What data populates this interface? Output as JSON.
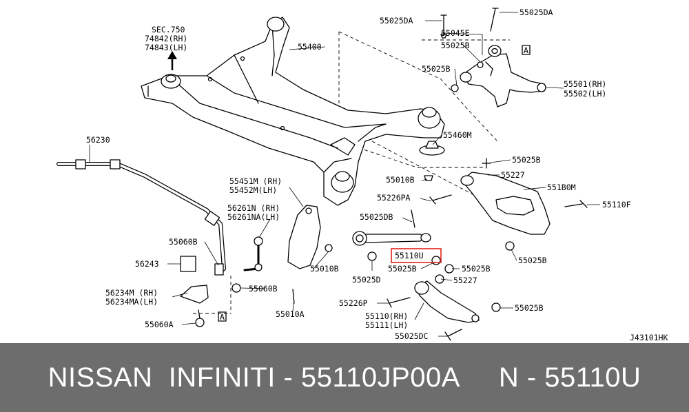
{
  "diagram": {
    "ref_code": "J43101HK",
    "sec_ref": {
      "title": "SEC.750",
      "lines": [
        "74842(RH)",
        "74843(LH)"
      ]
    },
    "callouts": [
      {
        "text": "55400"
      },
      {
        "text": "55025DA"
      },
      {
        "text": "55025DA"
      },
      {
        "text": "55045E"
      },
      {
        "text": "55025B"
      },
      {
        "text": "55025B"
      },
      {
        "text": "55501(RH)"
      },
      {
        "text": "55502(LH)"
      },
      {
        "text": "55460M"
      },
      {
        "text": "55025B"
      },
      {
        "text": "55227"
      },
      {
        "text": "55010B"
      },
      {
        "text": "551B0M"
      },
      {
        "text": "55226PA"
      },
      {
        "text": "55110F"
      },
      {
        "text": "56230"
      },
      {
        "text": "55451M (RH)"
      },
      {
        "text": "55452M(LH)"
      },
      {
        "text": "55025DB"
      },
      {
        "text": "56261N (RH)"
      },
      {
        "text": "56261NA(LH)"
      },
      {
        "text": "55110U"
      },
      {
        "text": "55060B"
      },
      {
        "text": "55010B"
      },
      {
        "text": "55025B"
      },
      {
        "text": "55025B"
      },
      {
        "text": "55025B"
      },
      {
        "text": "56243"
      },
      {
        "text": "55025D"
      },
      {
        "text": "55227"
      },
      {
        "text": "55060B"
      },
      {
        "text": "56234M (RH)"
      },
      {
        "text": "56234MA(LH)"
      },
      {
        "text": "55226P"
      },
      {
        "text": "55010A"
      },
      {
        "text": "55110(RH)"
      },
      {
        "text": "55111(LH)"
      },
      {
        "text": "55025B"
      },
      {
        "text": "55060A"
      },
      {
        "text": "55025DC"
      }
    ],
    "view_marker": "A",
    "highlight_color": "#e2231a"
  },
  "footer": {
    "text": "NISSAN  INFINITI - 55110JP00A     N - 55110U",
    "background": "#6d6d6d",
    "text_color": "#ffffff"
  }
}
